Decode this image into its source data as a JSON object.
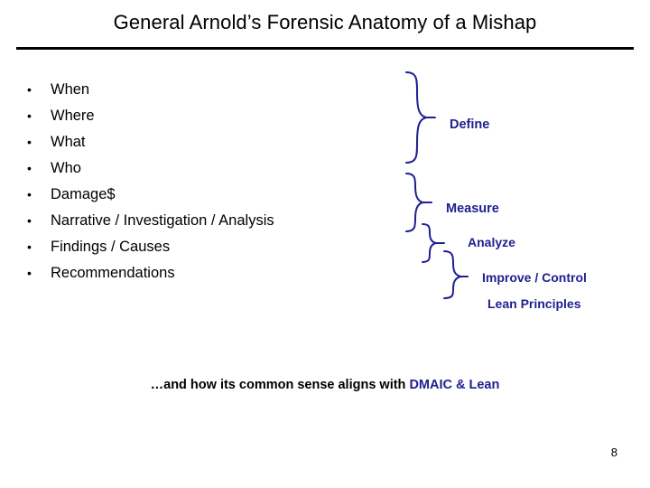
{
  "slide": {
    "title": "General Arnold’s Forensic Anatomy of a Mishap",
    "bullet_marker": "•",
    "bullets": [
      "When",
      "Where",
      "What",
      "Who",
      "Damage$",
      "Narrative / Investigation / Analysis",
      "Findings / Causes",
      "Recommendations"
    ],
    "phases": [
      {
        "label": "Define"
      },
      {
        "label": "Measure"
      },
      {
        "label": "Analyze"
      },
      {
        "label": "Improve / Control"
      },
      {
        "label": "Lean Principles"
      }
    ],
    "footer": {
      "lead": "…and how its common sense aligns with ",
      "highlight": "DMAIC & Lean"
    },
    "page_number": "8",
    "colors": {
      "accent": "#1f1f8f",
      "text": "#000000",
      "rule": "#000000",
      "background": "#ffffff"
    }
  }
}
